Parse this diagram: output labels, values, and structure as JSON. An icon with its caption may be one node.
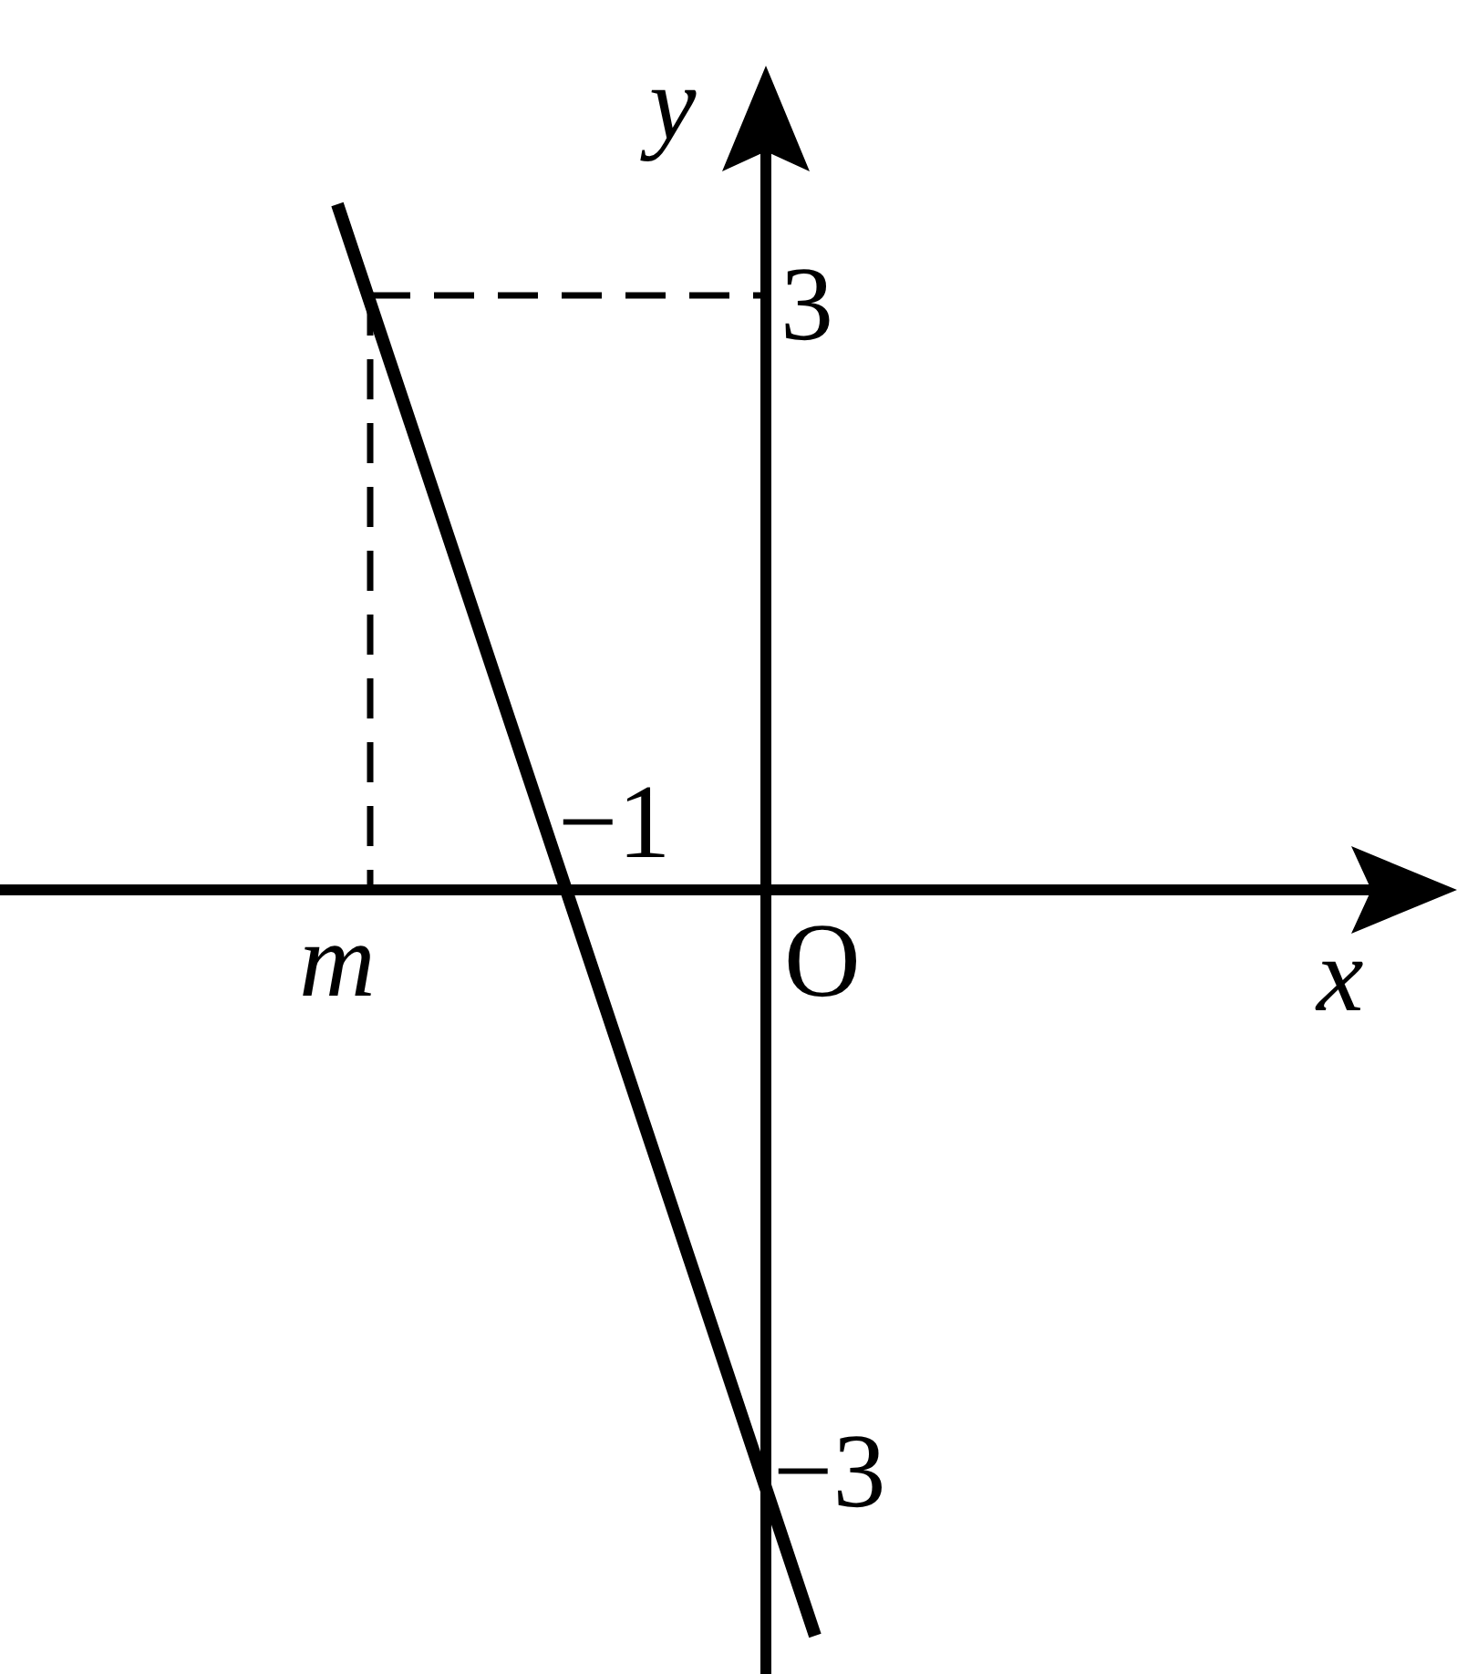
{
  "diagram": {
    "labels": [
      "y",
      "3",
      "−1",
      "m",
      "O",
      "x",
      "−3"
    ]
  }
}
